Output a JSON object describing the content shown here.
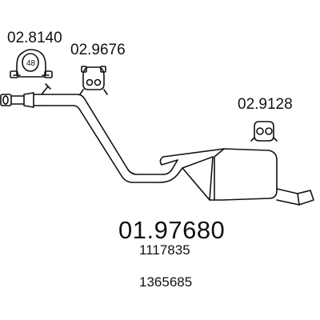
{
  "parts": {
    "clamp": {
      "code": "02.8140",
      "diameter": "48",
      "icon": "pipe-clamp-icon"
    },
    "hanger_front": {
      "code": "02.9676",
      "icon": "rubber-hanger-icon"
    },
    "hanger_rear": {
      "code": "02.9128",
      "icon": "rubber-ring-hanger-icon"
    },
    "muffler": {
      "part_number": "01.97680",
      "oe_numbers": [
        "1117835",
        "1365685"
      ],
      "icon": "rear-silencer-icon"
    }
  },
  "colors": {
    "line": "#111111",
    "background": "#ffffff"
  }
}
